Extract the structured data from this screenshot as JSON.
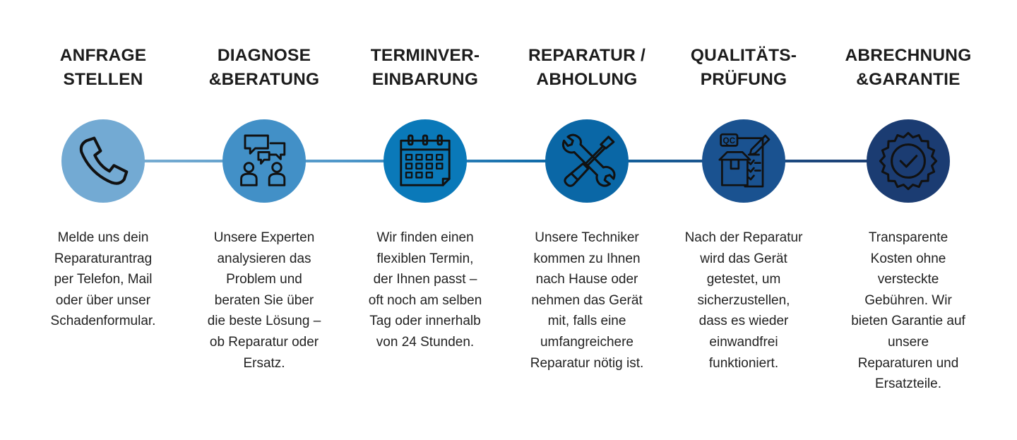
{
  "colors": {
    "step1": "#73aad3",
    "step2": "#4290c7",
    "step3": "#0a79b9",
    "step4": "#0a67a6",
    "step5": "#1a5290",
    "step6": "#1b3c72",
    "icon_stroke": "#111111"
  },
  "steps": [
    {
      "icon": "phone-icon",
      "title": [
        "ANFRAGE",
        "STELLEN"
      ],
      "desc": [
        "Melde uns dein",
        "Reparaturantrag",
        "per Telefon, Mail",
        "oder über unser",
        "Schadenformular."
      ]
    },
    {
      "icon": "consultation-icon",
      "title": [
        "DIAGNOSE",
        "&BERATUNG"
      ],
      "desc": [
        "Unsere Experten",
        "analysieren das",
        "Problem und",
        "beraten Sie über",
        "die beste Lösung –",
        "ob Reparatur oder",
        "Ersatz."
      ]
    },
    {
      "icon": "calendar-icon",
      "title": [
        "TERMINVER-",
        "EINBARUNG"
      ],
      "desc": [
        "Wir finden einen",
        "flexiblen Termin,",
        "der Ihnen passt –",
        "oft noch am selben",
        "Tag oder innerhalb",
        "von 24 Stunden."
      ]
    },
    {
      "icon": "tools-icon",
      "title": [
        "REPARATUR /",
        "ABHOLUNG"
      ],
      "desc": [
        "Unsere Techniker",
        "kommen zu Ihnen",
        "nach Hause oder",
        "nehmen das Gerät",
        "mit, falls eine",
        "umfangreichere",
        "Reparatur nötig ist."
      ]
    },
    {
      "icon": "quality-check-icon",
      "icon_text": "QC",
      "title": [
        "QUALITÄTS-",
        "PRÜFUNG"
      ],
      "desc": [
        "Nach der Reparatur",
        "wird das Gerät",
        "getestet, um",
        "sicherzustellen,",
        "dass es wieder",
        "einwandfrei",
        "funktioniert."
      ]
    },
    {
      "icon": "guarantee-badge-icon",
      "title": [
        "ABRECHNUNG",
        "&GARANTIE"
      ],
      "desc": [
        "Transparente",
        "Kosten ohne",
        "versteckte",
        "Gebühren. Wir",
        "bieten Garantie auf",
        "unsere",
        "Reparaturen und",
        "Ersatzteile."
      ]
    }
  ]
}
